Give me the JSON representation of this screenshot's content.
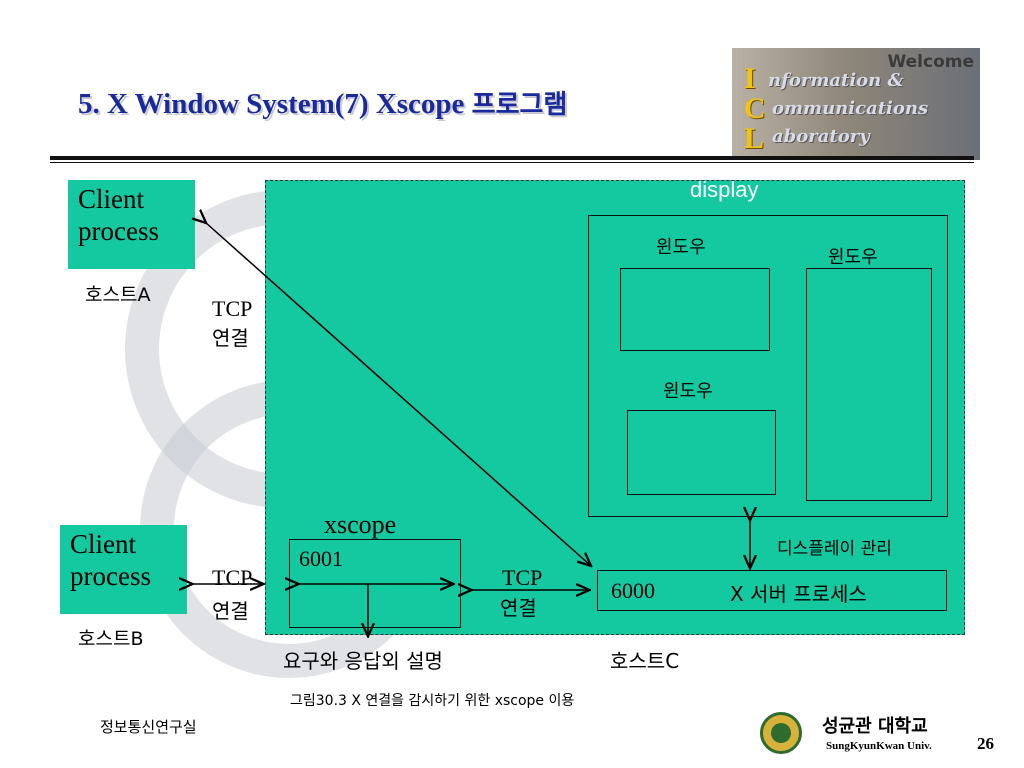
{
  "slide": {
    "title_prefix": "5. X Window System(7) Xscope ",
    "title_korean": "프로그램",
    "page_number": "26"
  },
  "logo": {
    "welcome": "Welcome",
    "line1": "nformation &",
    "line2": "ommunications",
    "line3": "aboratory",
    "big_letters": [
      "I",
      "C",
      "L"
    ]
  },
  "diagram": {
    "display_label": "display",
    "window_labels": [
      "윈도우",
      "윈도우",
      "윈도우"
    ],
    "display_mgmt_label": "디스플레이 관리",
    "client_a_label": "Client process",
    "host_a_label": "호스트A",
    "tcp_a_label": "TCP",
    "tcp_a_connect": "연결",
    "client_b_label": "Client process",
    "host_b_label": "호스트B",
    "tcp_b_label": "TCP",
    "tcp_b_connect": "연결",
    "xscope_title": "xscope",
    "xscope_port": "6001",
    "tcp_c_label": "TCP",
    "tcp_c_connect": "연결",
    "server_port": "6000",
    "server_label": "X 서버 프로세스",
    "request_label": "요구와 응답외 설명",
    "host_c_label": "호스트C"
  },
  "caption": "그림30.3 X 연결을 감시하기 위한 xscope 이용",
  "footer": {
    "lab_name": "정보통신연구실",
    "univ_korean": "성균관 대학교",
    "univ_english": "SungKyunKwan Univ."
  }
}
